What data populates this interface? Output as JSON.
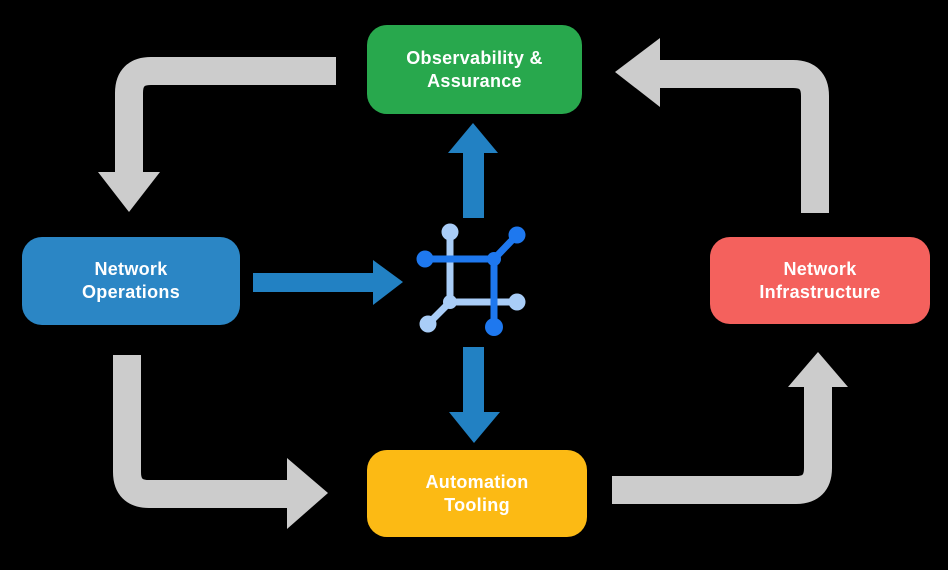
{
  "background_color": "#000000",
  "diagram": {
    "label_color": "#FFFFFF",
    "nodes": {
      "observability": {
        "line1": "Observability &",
        "line2": "Assurance",
        "color": "#28A84D"
      },
      "operations": {
        "line1": "Network",
        "line2": "Operations",
        "color": "#2B86C5"
      },
      "infrastructure": {
        "line1": "Network",
        "line2": "Infrastructure",
        "color": "#F4615D"
      },
      "automation": {
        "line1": "Automation",
        "line2": "Tooling",
        "color": "#FCBA14"
      }
    },
    "center_icon": {
      "name": "network-automation-icon",
      "dark_color": "#1E78EF",
      "light_color": "#A9CDF7"
    },
    "arrows": {
      "cycle_color": "#CCCCCC",
      "hub_color": "#2281C3",
      "cycle_flows": [
        {
          "from": "observability",
          "to": "operations"
        },
        {
          "from": "operations",
          "to": "automation"
        },
        {
          "from": "automation",
          "to": "infrastructure"
        },
        {
          "from": "infrastructure",
          "to": "observability"
        }
      ],
      "hub_flows": [
        {
          "from": "operations",
          "to": "center-icon"
        },
        {
          "from": "center-icon",
          "to": "observability"
        },
        {
          "from": "center-icon",
          "to": "automation"
        }
      ]
    }
  }
}
